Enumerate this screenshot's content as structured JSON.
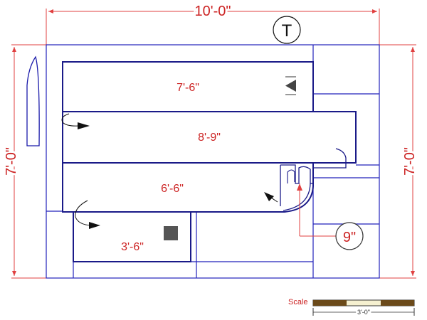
{
  "colors": {
    "dimension": "#e04040",
    "wall": "#1a1aaa",
    "text": "#cc2222",
    "scale_dark": "#6b4a1a",
    "scale_light": "#f5f0d0",
    "marker": "#444444"
  },
  "dimensions": {
    "overall_width": "10'-0\"",
    "left_height": "7'-0\"",
    "right_height": "7'-0\""
  },
  "title_marker": "T",
  "sections": {
    "top_bar": "7'-6\"",
    "middle_bar": "8'-9\"",
    "lower_bar": "6'-6\"",
    "bottom_box": "3'-6\""
  },
  "callout": "9\"",
  "scale": {
    "label": "Scale",
    "length": "3'-0\""
  },
  "icons": {
    "flow_arrow": "flow-arrow-icon",
    "direction_marker": "direction-marker-icon",
    "square_marker": "square-marker-icon"
  }
}
